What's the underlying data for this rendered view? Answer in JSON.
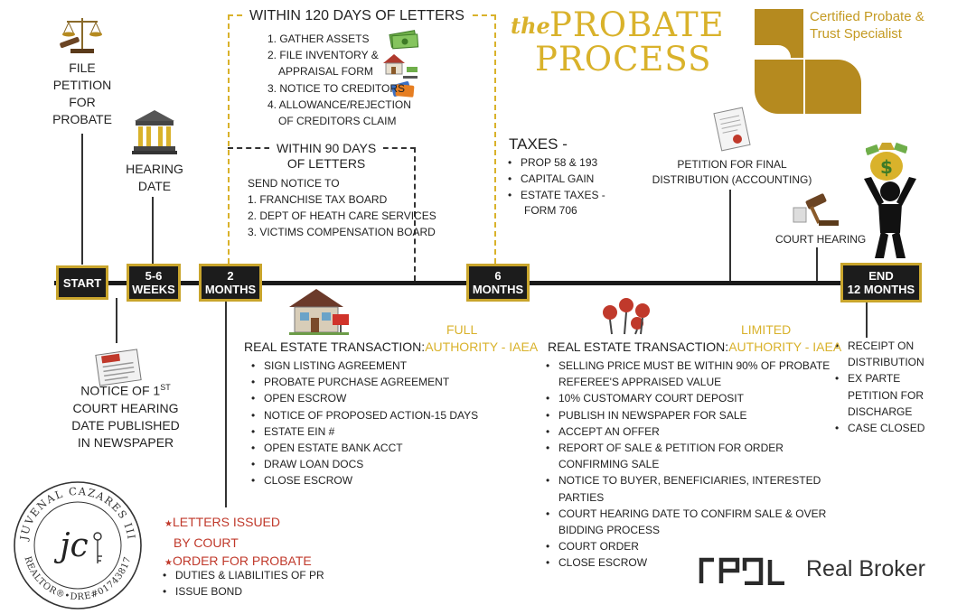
{
  "title": {
    "the": "the",
    "main_line1": "PROBATE",
    "main_line2": "PROCESS"
  },
  "brand": {
    "certified_line1": "Certified Probate &",
    "certified_line2": "Trust Specialist",
    "real_mark": "real",
    "real_broker": "Real Broker"
  },
  "seal": {
    "name": "JUVENAL CAZARES III",
    "initials": "jc",
    "license": "REALTOR®•DRE#01743817"
  },
  "milestones": {
    "start": "START",
    "weeks": [
      "5-6",
      "WEEKS"
    ],
    "two_months": [
      "2",
      "MONTHS"
    ],
    "six_months": [
      "6",
      "MONTHS"
    ],
    "end": [
      "END",
      "12 MONTHS"
    ]
  },
  "file_petition": [
    "FILE",
    "PETITION",
    "FOR",
    "PROBATE"
  ],
  "hearing_date": [
    "HEARING",
    "DATE"
  ],
  "notice_hearing": {
    "line1": "NOTICE OF 1",
    "sup": "ST",
    "rest": [
      "COURT HEARING",
      "DATE PUBLISHED",
      "IN NEWSPAPER"
    ]
  },
  "within120": {
    "title": "WITHIN 120 DAYS OF LETTERS",
    "items": [
      "1. GATHER ASSETS",
      "2. FILE INVENTORY &",
      "APPRAISAL FORM",
      "3. NOTICE TO CREDITORS",
      "4. ALLOWANCE/REJECTION",
      "OF CREDITORS CLAIM"
    ]
  },
  "within90": {
    "title_line1": "WITHIN 90 DAYS",
    "title_line2": "OF LETTERS",
    "send": "SEND NOTICE TO",
    "items": [
      "1. FRANCHISE TAX BOARD",
      "2. DEPT OF HEATH CARE SERVICES",
      "3. VICTIMS COMPENSATION BOARD"
    ]
  },
  "taxes": {
    "title": "TAXES -",
    "items": [
      "PROP 58 & 193",
      "CAPITAL GAIN",
      "ESTATE TAXES -"
    ],
    "extra": "FORM 706"
  },
  "petition_final": [
    "PETITION FOR FINAL",
    "DISTRIBUTION (ACCOUNTING)"
  ],
  "court_hearing": "COURT HEARING",
  "end_items": {
    "l1": "RECEIPT ON",
    "l2": "DISTRIBUTION",
    "l3": "EX PARTE",
    "l4": "PETITION FOR",
    "l5": "DISCHARGE",
    "l6": "CASE CLOSED"
  },
  "full_authority": {
    "word": "FULL",
    "heading": "REAL ESTATE TRANSACTION:",
    "authority": "AUTHORITY - IAEA",
    "items": [
      "SIGN LISTING AGREEMENT",
      "PROBATE PURCHASE AGREEMENT",
      "OPEN ESCROW",
      "NOTICE OF PROPOSED ACTION-15 DAYS",
      "ESTATE EIN #",
      "OPEN ESTATE BANK ACCT",
      "DRAW LOAN DOCS",
      "CLOSE ESCROW"
    ]
  },
  "limited_authority": {
    "word": "LIMITED",
    "heading": "REAL ESTATE TRANSACTION:",
    "authority": "AUTHORITY - IAEA",
    "items": [
      "SELLING PRICE MUST BE WITHIN 90% OF PROBATE",
      "10% CUSTOMARY COURT DEPOSIT",
      "PUBLISH IN NEWSPAPER FOR SALE",
      "ACCEPT AN OFFER",
      "REPORT OF SALE & PETITION FOR ORDER",
      "NOTICE TO BUYER, BENEFICIARIES, INTERESTED",
      "COURT HEARING DATE TO CONFIRM SALE & OVER",
      "COURT ORDER",
      "CLOSE ESCROW"
    ],
    "cont": [
      "REFEREE'S APPRAISED VALUE",
      "CONFIRMING SALE",
      "PARTIES",
      "BIDDING PROCESS"
    ]
  },
  "letters": {
    "star1": "LETTERS ISSUED",
    "star1b": "BY COURT",
    "star2": "ORDER FOR PROBATE",
    "items": [
      "DUTIES & LIABILITIES OF PR",
      "ISSUE BOND"
    ]
  },
  "colors": {
    "gold": "#d9b22b",
    "dark_gold": "#b58a1f",
    "red": "#c0392b",
    "black": "#1c1c1c"
  }
}
